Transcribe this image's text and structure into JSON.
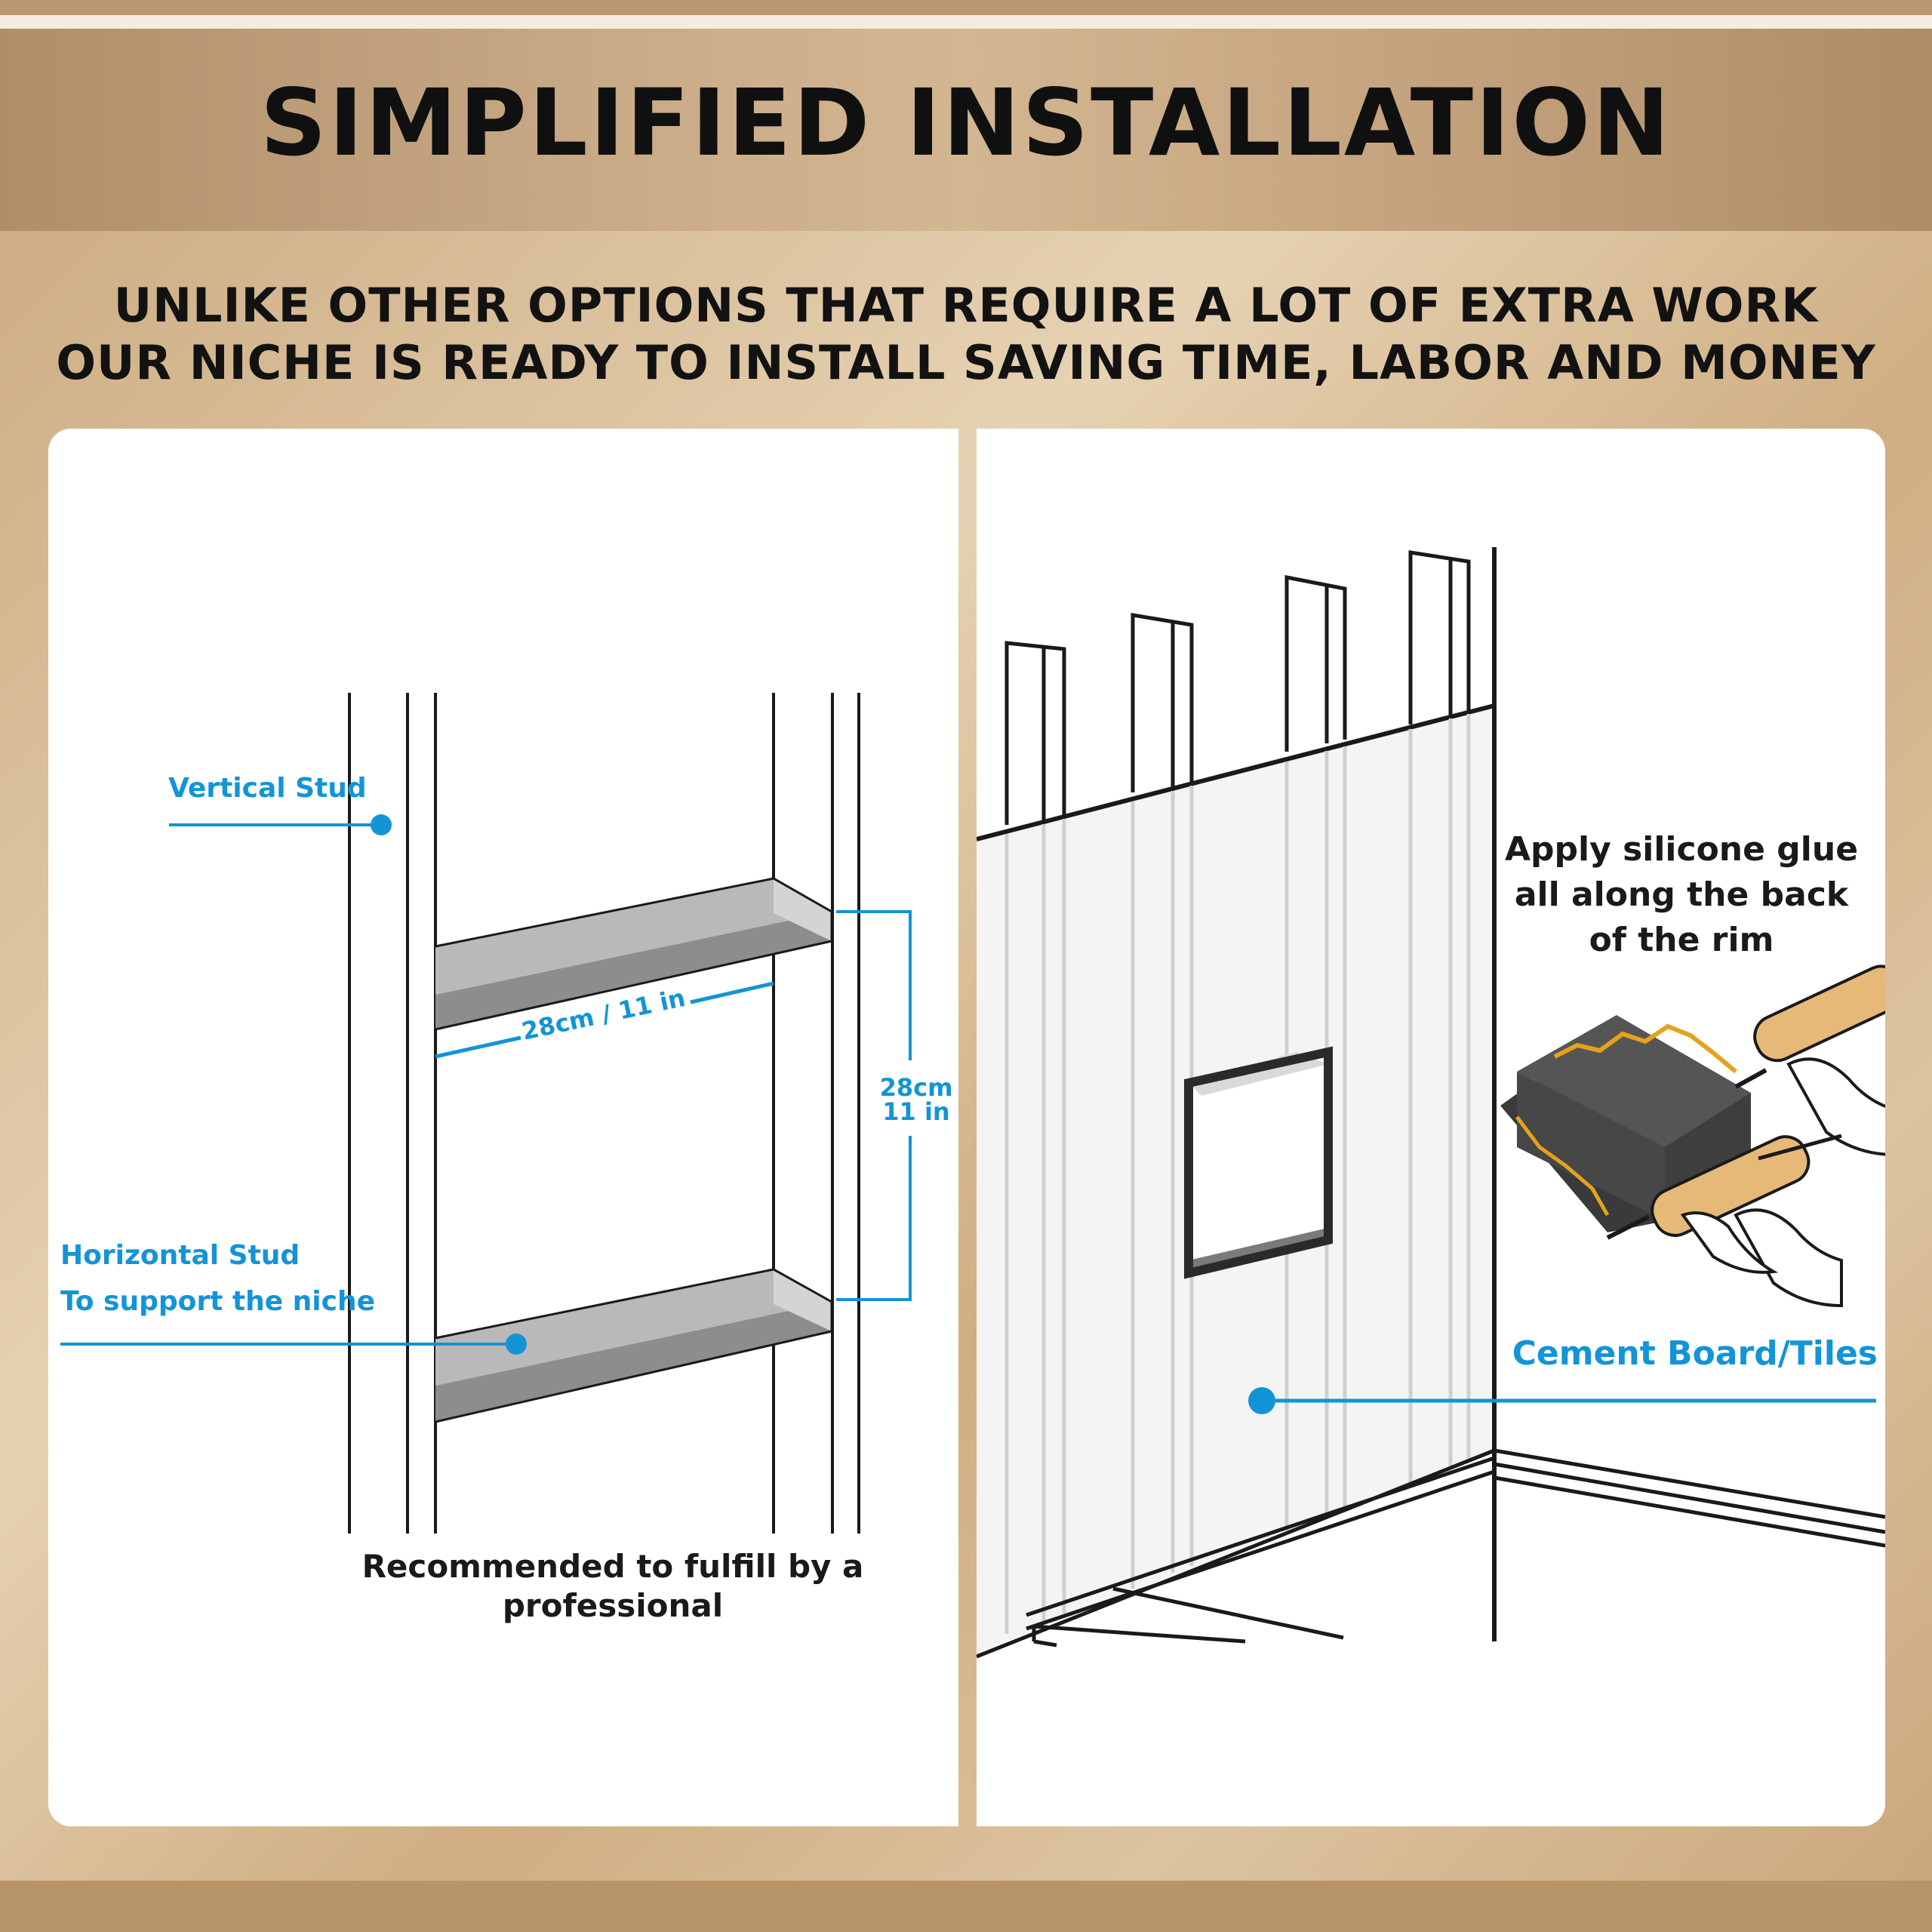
{
  "header": {
    "title": "SIMPLIFIED INSTALLATION",
    "subtitle_line1": "UNLIKE OTHER OPTIONS THAT REQUIRE A LOT OF EXTRA WORK",
    "subtitle_line2": "OUR NICHE IS READY TO INSTALL SAVING TIME, LABOR AND MONEY"
  },
  "left_panel": {
    "vertical_stud_label": "Vertical Stud",
    "horizontal_stud_label": "Horizontal Stud",
    "horizontal_stud_sub": "To support the niche",
    "width_dimension": "28cm / 11 in",
    "height_dimension_cm": "28cm",
    "height_dimension_in": "11 in",
    "recommend_line1": "Recommended to fulfill by a",
    "recommend_line2": "professional"
  },
  "right_panel": {
    "glue_line1": "Apply silicone glue",
    "glue_line2": "all along the back",
    "glue_line3": "of the rim",
    "board_label": "Cement Board/Tiles"
  },
  "colors": {
    "accent_blue": "#1394d6",
    "line_dark": "#1a1a1a",
    "glue": "#e6a21c"
  }
}
